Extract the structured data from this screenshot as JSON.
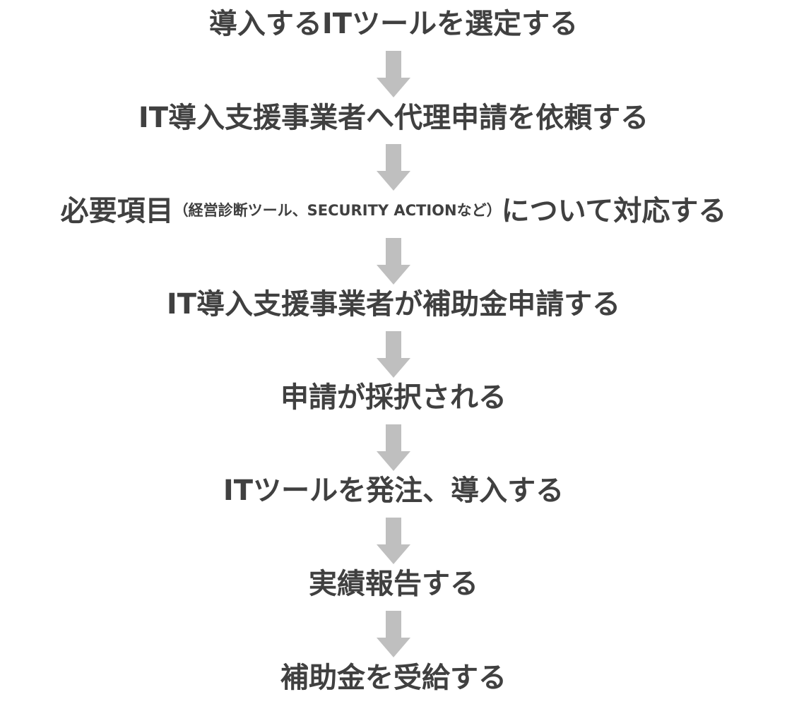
{
  "flow": {
    "steps": [
      {
        "text": "導入するITツールを選定する"
      },
      {
        "text": "IT導入支援事業者へ代理申請を依頼する"
      },
      {
        "main": "必要項目",
        "note": "（経営診断ツール、SECURITY ACTIONなど）",
        "tail": "について対応する"
      },
      {
        "text": "IT導入支援事業者が補助金申請する"
      },
      {
        "text": "申請が採択される"
      },
      {
        "text": "ITツールを発注、導入する"
      },
      {
        "text": "実績報告する"
      },
      {
        "text": "補助金を受給する"
      }
    ],
    "arrow_icon": "arrow-down-icon",
    "colors": {
      "text": "#404040",
      "arrow": "#bfbfbf"
    }
  }
}
